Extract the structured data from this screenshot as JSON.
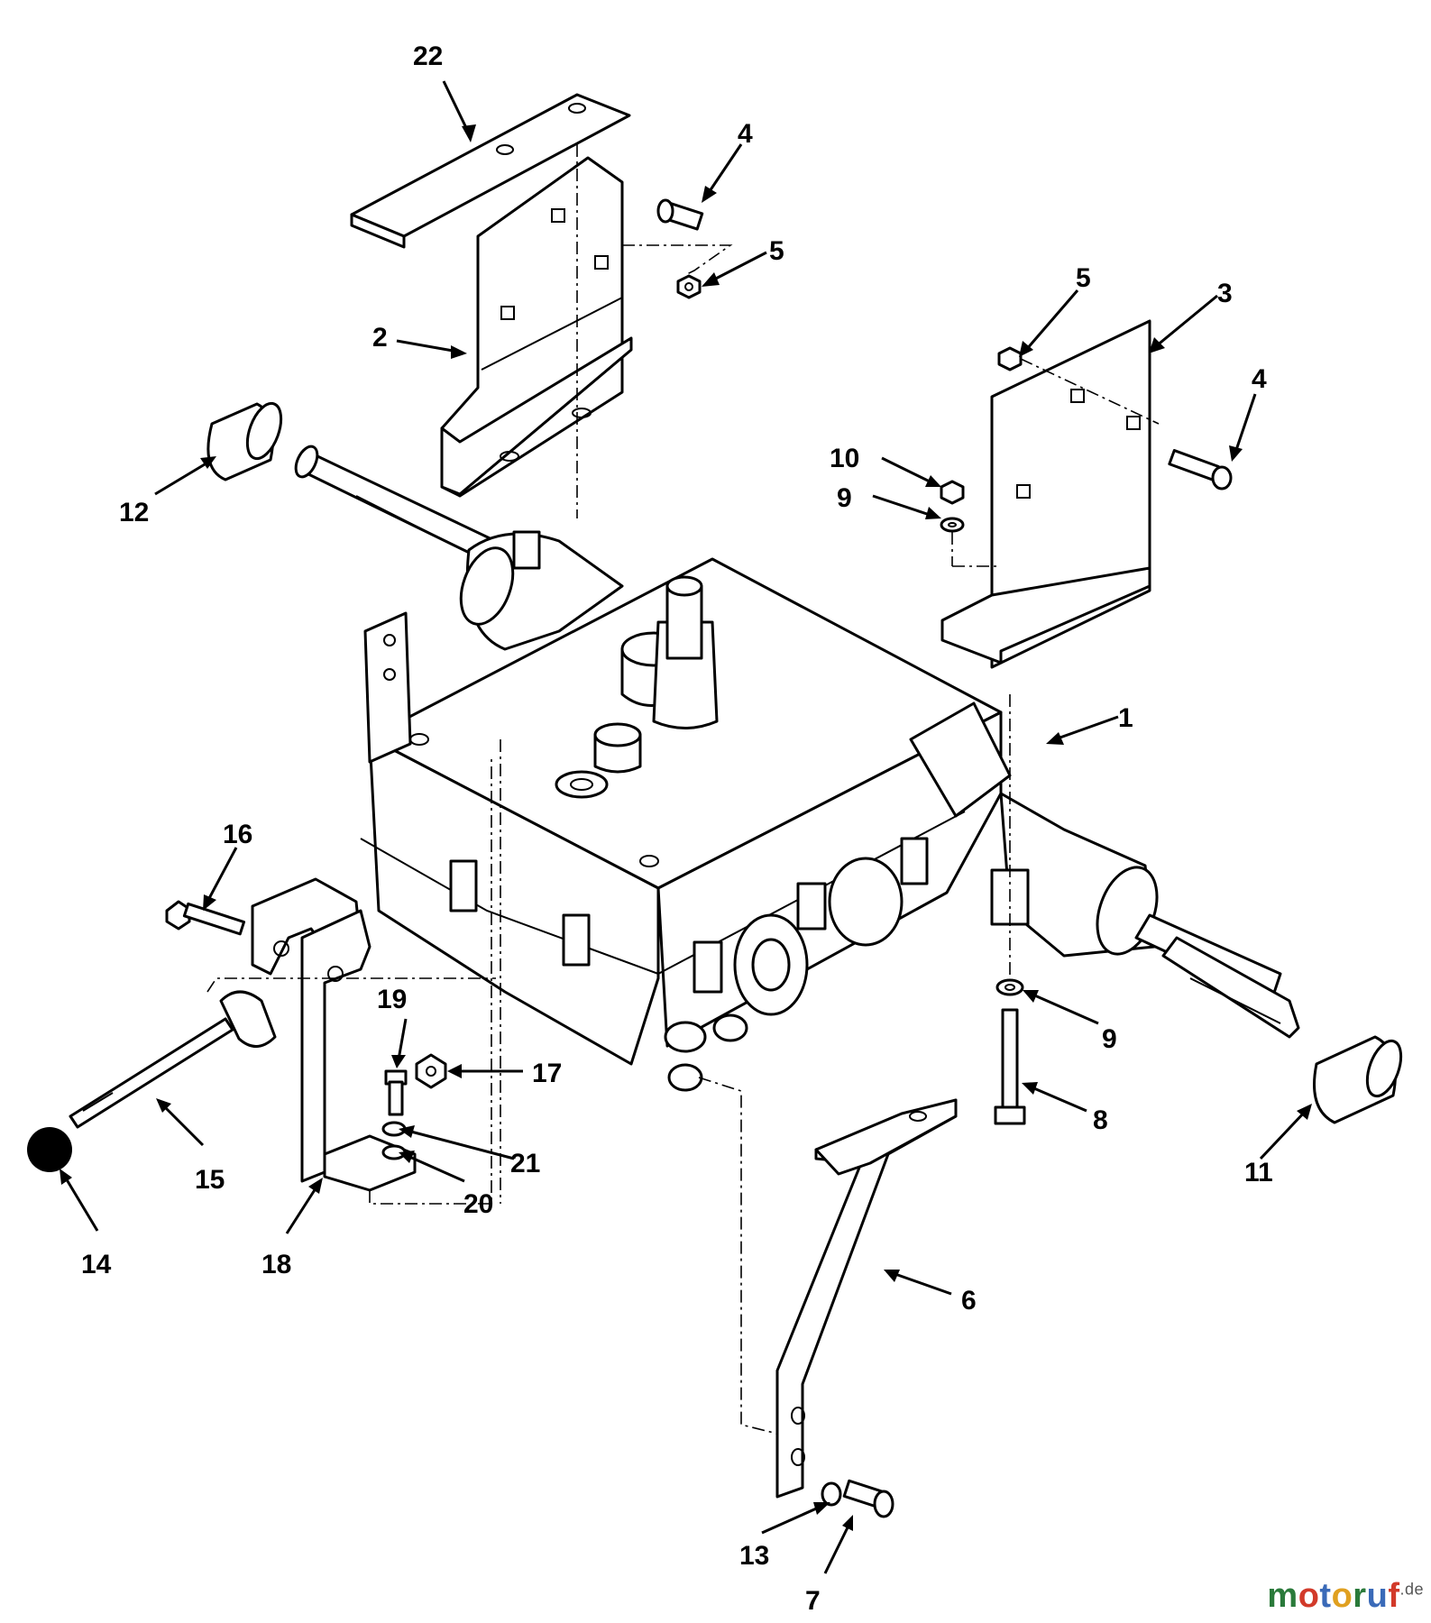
{
  "callouts": {
    "c1": "1",
    "c2": "2",
    "c3": "3",
    "c4a": "4",
    "c4b": "4",
    "c5a": "5",
    "c5b": "5",
    "c6": "6",
    "c7": "7",
    "c8": "8",
    "c9a": "9",
    "c9b": "9",
    "c10": "10",
    "c11": "11",
    "c12": "12",
    "c13": "13",
    "c14": "14",
    "c15": "15",
    "c16": "16",
    "c17": "17",
    "c18": "18",
    "c19": "19",
    "c20": "20",
    "c21": "21",
    "c22": "22"
  },
  "watermark": {
    "m": "m",
    "o1": "o",
    "t": "t",
    "o2": "o",
    "r": "r",
    "u": "u",
    "f": "f",
    "de": ".de"
  },
  "colors": {
    "line": "#000000",
    "background": "#ffffff"
  }
}
